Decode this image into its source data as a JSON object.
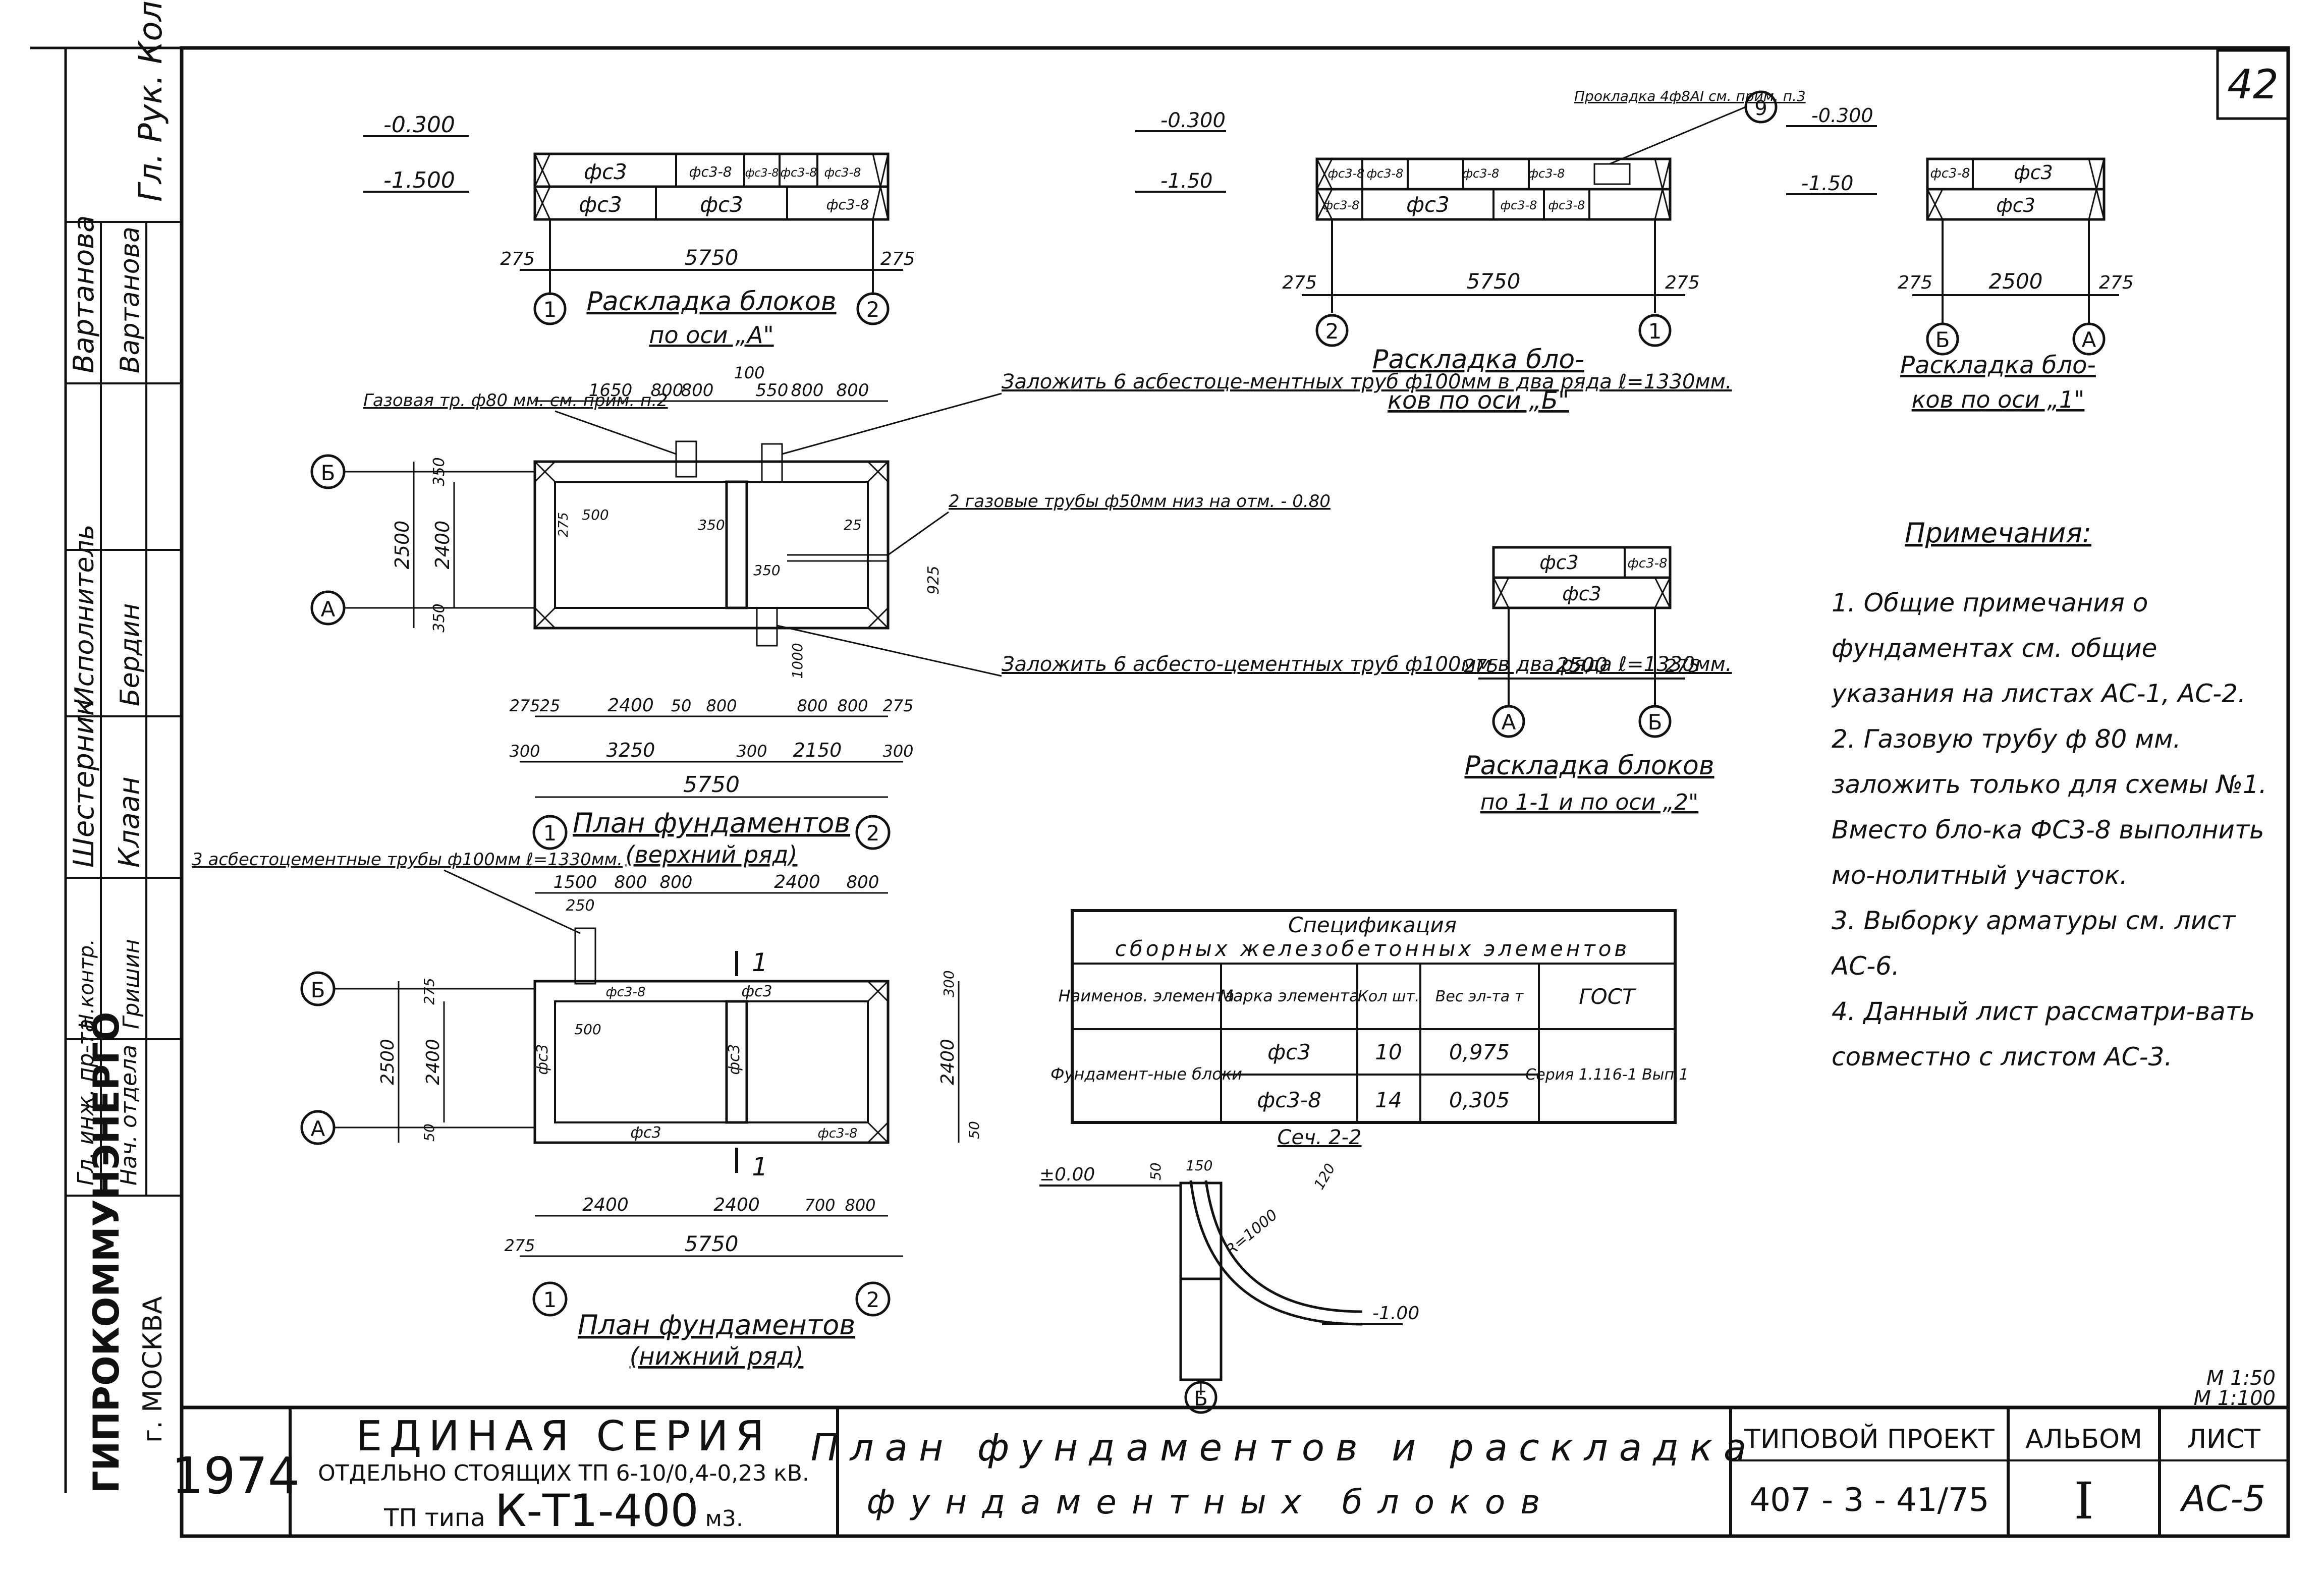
{
  "sheet_number": "42",
  "corner_stamp": "Гл. Рук. Кол",
  "top_views": {
    "axis_a": {
      "title": "Раскладка блоков",
      "subtitle": "по оси „А\"",
      "level_top": "-0.300",
      "level_bottom": "-1.500",
      "dim_left": "275",
      "dim_main": "5750",
      "dim_right": "275",
      "axis_left": "1",
      "axis_right": "2",
      "row_top": [
        "фс3",
        "фс3-8",
        "фс3-8",
        "фс3-8",
        "фс3-8"
      ],
      "row_bottom": [
        "фс3",
        "фс3",
        "фс3-8"
      ]
    },
    "axis_b": {
      "title": "Раскладка бло-",
      "subtitle": "ков по оси „Б\"",
      "level_top": "-0.300",
      "level_bottom": "-1.50",
      "dim_left": "275",
      "dim_main": "5750",
      "dim_right": "275",
      "axis_left": "2",
      "axis_right": "1",
      "row_top": [
        "фс3-8",
        "фс3-8",
        "фс3-8",
        "фс3-8"
      ],
      "row_bottom": [
        "фс3-8",
        "фс3",
        "фс3-8",
        "фс3-8"
      ],
      "note_callout": "Прокладка 4ф8АI см. прим. п.3",
      "note_number": "9"
    },
    "axis_1": {
      "title": "Раскладка бло-",
      "subtitle": "ков по оси „1\"",
      "level_top": "-0.300",
      "level_bottom": "-1.50",
      "dim_left": "275",
      "dim_main": "2500",
      "dim_right": "275",
      "axis_left": "Б",
      "axis_right": "А",
      "row_top": [
        "фс3-8",
        "фс3"
      ],
      "row_bottom": [
        "фс3"
      ]
    },
    "axis_2": {
      "title": "Раскладка блоков",
      "subtitle": "по 1-1 и по оси „2\"",
      "dim_left": "275",
      "dim_main": "2500",
      "dim_right": "275",
      "axis_left": "А",
      "axis_right": "Б",
      "row_top": [
        "фс3",
        "фс3-8"
      ],
      "row_bottom": [
        "фс3"
      ]
    }
  },
  "plan_upper": {
    "title": "План фундаментов",
    "subtitle": "(верхний ряд)",
    "axis_left": "1",
    "axis_right": "2",
    "axis_top": "Б",
    "axis_bottom": "А",
    "top_dims": [
      "1650",
      "800",
      "800",
      "100",
      "550",
      "800",
      "800"
    ],
    "bottom_dims_row1": [
      "275",
      "25",
      "2400",
      "50",
      "800",
      "800",
      "800",
      "275"
    ],
    "bottom_dims_row2": [
      "300",
      "3250",
      "300",
      "2150",
      "300"
    ],
    "total": "5750",
    "left_dims": [
      "350",
      "2500",
      "2400",
      "350"
    ],
    "right_dim": "925",
    "inner_dims": [
      "500",
      "350",
      "350",
      "1000",
      "275",
      "25"
    ],
    "gas_pipe_note": "Газовая тр. ф80 мм. см. прим. п.2",
    "note_top": "Заложить 6 асбестоце-ментных труб ф100мм в два ряда ℓ=1330мм.",
    "note_mid": "2 газовые трубы ф50мм низ на отм. - 0.80",
    "note_bottom": "Заложить 6 асбесто-цементных труб ф100мм в два ряда ℓ=1330мм."
  },
  "plan_lower": {
    "title": "План фундаментов",
    "subtitle": "(нижний ряд)",
    "axis_left": "1",
    "axis_right": "2",
    "axis_top": "Б",
    "axis_bottom": "А",
    "top_dims": [
      "1500",
      "800",
      "800",
      "2400",
      "800"
    ],
    "inner_dims": [
      "250",
      "500"
    ],
    "bottom_dims": [
      "2400",
      "2400",
      "700",
      "800"
    ],
    "total_left": "275",
    "total": "5750",
    "left_dims": [
      "275",
      "2500",
      "2400",
      "50"
    ],
    "right_dims": [
      "300",
      "2400",
      "50"
    ],
    "section_mark": "1",
    "pipe_note": "3 асбестоцементные трубы ф100мм ℓ=1330мм.",
    "blocks": [
      "фс3",
      "фс3-8",
      "фс3",
      "фс3",
      "фс3",
      "фс3-8"
    ]
  },
  "spec_table": {
    "title_line1": "Спецификация",
    "title_line2": "сборных железобетонных элементов",
    "headers": [
      "Наименов. элемента",
      "Марка элемента",
      "Кол шт.",
      "Вес эл-та т",
      "ГОСТ"
    ],
    "group": "Фундамент-ные блоки",
    "rows": [
      {
        "mark": "фс3",
        "qty": "10",
        "weight": "0,975"
      },
      {
        "mark": "фс3-8",
        "qty": "14",
        "weight": "0,305"
      }
    ],
    "gost": "Серия 1.116-1 Вып.1"
  },
  "section": {
    "title": "Сеч. 2-2",
    "level_top": "±0.00",
    "level_bottom": "-1.00",
    "dims": [
      "50",
      "150",
      "R=1000",
      "120"
    ],
    "axis": "Б"
  },
  "notes": {
    "title": "Примечания:",
    "items": [
      "1. Общие примечания о фундаментах см. общие указания на листах АС-1, АС-2.",
      "2. Газовую трубу ф 80 мм. заложить только для схемы №1. Вместо бло-ка ФС3-8 выполнить мо-нолитный участок.",
      "3. Выборку арматуры см. лист АС-6.",
      "4. Данный лист рассматри-вать совместно с листом АС-3."
    ]
  },
  "scale": {
    "line1": "М 1:50",
    "line2": "М 1:100"
  },
  "left_strip": {
    "roles": [
      "Гл. инж. пр-та",
      "Нач. отдела",
      "Н.контр.",
      "Шестерник",
      "Исполнитель",
      "Вартанова"
    ],
    "names": [
      "Гришин",
      "Бердин",
      "Клаан",
      "Вартанова"
    ],
    "org": "ГИПРОКОММУНЭНЕРГО",
    "city": "г. МОСКВА"
  },
  "title_block": {
    "year": "1974",
    "series_title": "ЕДИНАЯ СЕРИЯ",
    "series_sub": "ОТДЕЛЬНО СТОЯЩИХ ТП 6-10/0,4-0,23 кВ.",
    "tp_type_prefix": "ТП типа",
    "tp_type": "К-Т1-400",
    "tp_type_suffix": "м3.",
    "drawing_title_line1": "План фундаментов и раскладка",
    "drawing_title_line2": "фундаментных блоков",
    "typ_project_label": "ТИПОВОЙ ПРОЕКТ",
    "typ_project_value": "407 - 3 - 41/75",
    "album_label": "АЛЬБОМ",
    "album_value": "I",
    "sheet_label": "ЛИСТ",
    "sheet_value": "АС-5"
  }
}
